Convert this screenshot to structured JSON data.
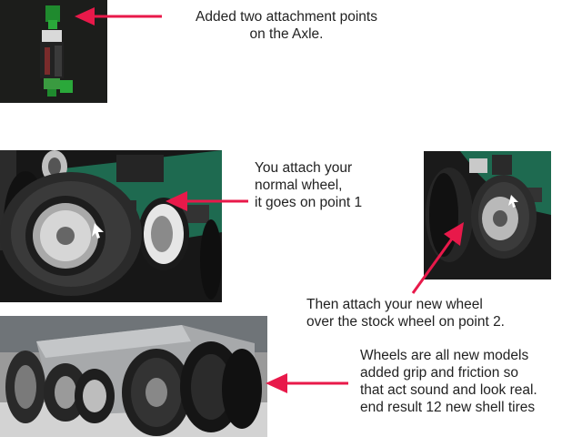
{
  "captions": {
    "axle": "Added  two attachment points\non the Axle.",
    "normal_wheel": "You attach your\nnormal wheel,\nit goes on point 1",
    "new_wheel": "Then attach your new wheel\nover the stock wheel on point 2.",
    "results": "Wheels are all new models\nadded grip and friction so\nthat act sound and look real.\nend result 12 new shell tires"
  },
  "colors": {
    "arrow": "#e8194a",
    "text": "#222222",
    "board_green": "#1e6a50",
    "dark_bg": "#1b1b1b"
  }
}
